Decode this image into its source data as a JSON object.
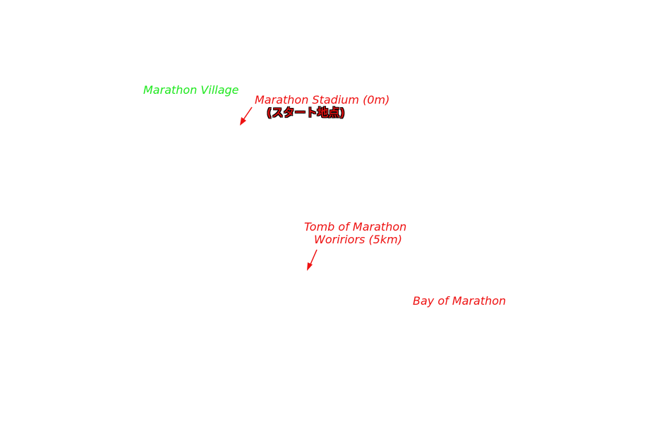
{
  "map": {
    "labels": {
      "village": "Marathon Village",
      "stadium": "Marathon Stadium (0m)",
      "stadium_note": "(スタート地点)",
      "tomb_line1": "Tomb of Marathon",
      "tomb_line2": "Woririors (5km)",
      "bay": "Bay of Marathon"
    },
    "colors": {
      "village": "#1ee81e",
      "places": "#ee1111",
      "arrows": "#ee1111"
    },
    "arrows": [
      {
        "name": "stadium-pointer-arrow"
      },
      {
        "name": "tomb-pointer-arrow"
      }
    ]
  }
}
